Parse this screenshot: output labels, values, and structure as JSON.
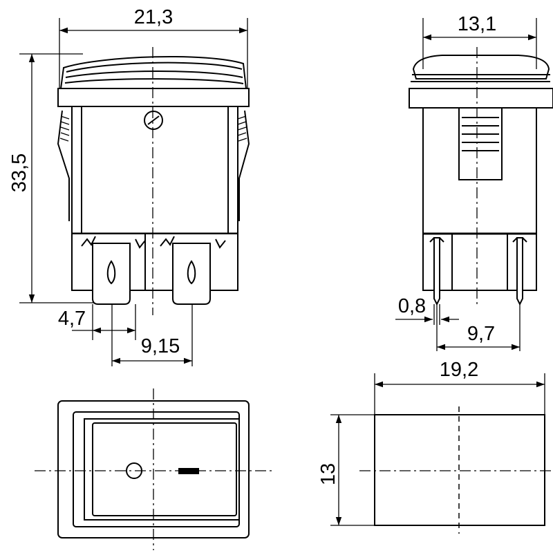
{
  "dimensions": {
    "front_width": "21,3",
    "height": "33,5",
    "terminal_offset": "4,7",
    "terminal_pitch": "9,15",
    "side_width": "13,1",
    "pin_width": "0,8",
    "pin_pitch": "9,7",
    "cutout_width": "19,2",
    "cutout_height": "13"
  }
}
